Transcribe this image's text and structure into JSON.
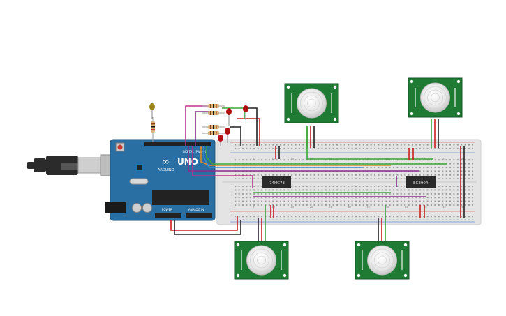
{
  "arduino": {
    "logo_text": "UNO",
    "brand": "ARDUINO",
    "digital_label": "DIGITAL (PWM~)",
    "power_label": "POWER",
    "analog_label": "ANALOG IN",
    "board_color": "#2a6fa3"
  },
  "chips": {
    "left_label": "74HC73",
    "right_label": "EC3904"
  },
  "breadboard": {
    "column_numbers": [
      "1",
      "5",
      "10",
      "15",
      "20",
      "25",
      "30",
      "35",
      "40",
      "45",
      "50",
      "55",
      "60"
    ]
  },
  "colors": {
    "wire_red": "#cc1f1f",
    "wire_green": "#3aa53a",
    "wire_purple": "#8a2a8a",
    "wire_magenta": "#c0308e",
    "wire_orange": "#e08a1e",
    "wire_blue": "#3b8fd0",
    "wire_black": "#222222",
    "pir_board": "#1f7a33"
  }
}
